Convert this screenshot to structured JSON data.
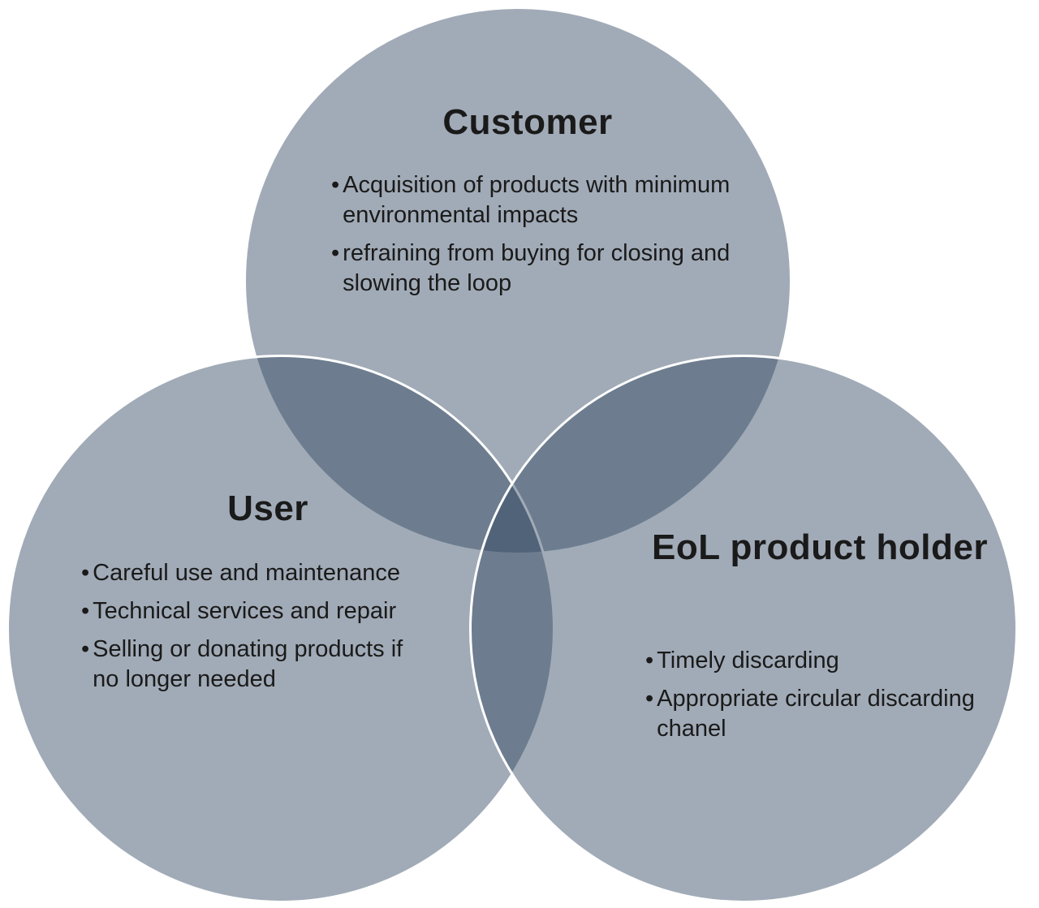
{
  "diagram": {
    "type": "venn",
    "colors": {
      "circle_fill": "rgba(47, 68, 96, 0.45)",
      "circle_border": "#ffffff",
      "text": "#1a1a1a"
    },
    "circles": [
      {
        "id": "customer",
        "title": "Customer",
        "bullets": [
          "Acquisition of products with minimum environmental impacts",
          "refraining from buying for closing and slowing the loop"
        ]
      },
      {
        "id": "user",
        "title": "User",
        "bullets": [
          "Careful use and maintenance",
          "Technical services and repair",
          "Selling or donating products if no longer needed"
        ]
      },
      {
        "id": "eol-product-holder",
        "title": "EoL product holder",
        "bullets": [
          "Timely discarding",
          "Appropriate circular discarding chanel"
        ]
      }
    ],
    "bullet_marker": "•"
  }
}
